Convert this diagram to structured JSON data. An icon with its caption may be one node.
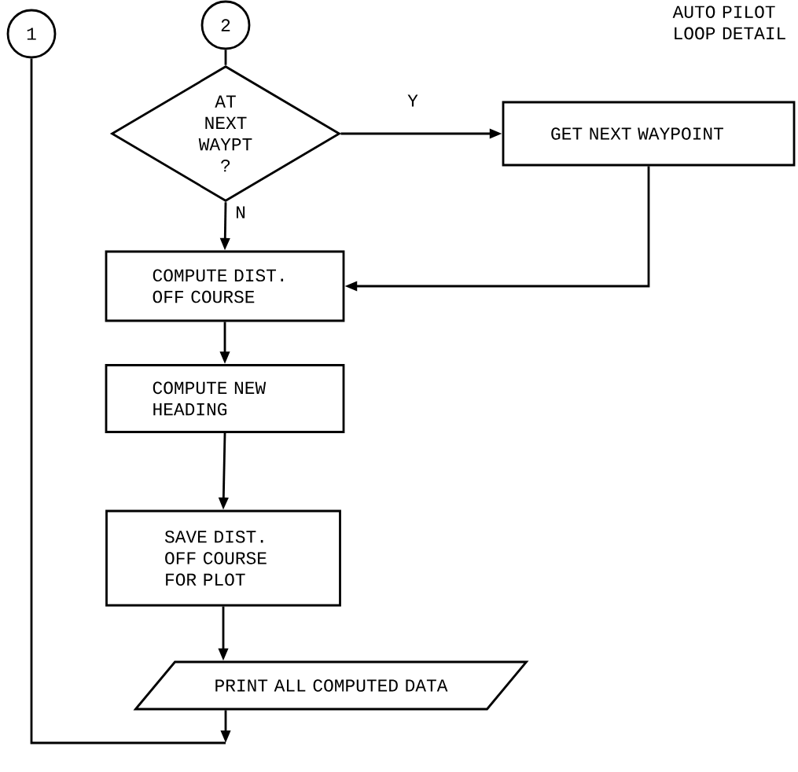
{
  "diagram": {
    "title": "AUTO PILOT LOOP DETAIL",
    "nodes": [
      {
        "text": [
          "1"
        ]
      },
      {
        "text": [
          "2"
        ]
      },
      {
        "text": [
          "AT NEXT WAYPT ?"
        ]
      },
      {
        "text": [
          "GET NEXT WAYPOINT"
        ]
      },
      {
        "text": [
          "COMPUTE DIST. OFF COURSE"
        ]
      },
      {
        "text": [
          "COMPUTE NEW HEADING"
        ]
      },
      {
        "text": [
          "SAVE DIST. OFF COURSE FOR PLOT"
        ]
      },
      {
        "text": [
          "PRINT ALL COMPUTED DATA"
        ]
      }
    ],
    "edges": [
      {
        "from": 1,
        "to": 2,
        "arrow": "none"
      },
      {
        "from": 2,
        "to": 3,
        "arrow": "to",
        "label": "Y"
      },
      {
        "from": 2,
        "to": 4,
        "arrow": "to",
        "label": "N"
      },
      {
        "from": 3,
        "to": 4,
        "arrow": "to"
      },
      {
        "from": 4,
        "to": 5,
        "arrow": "to"
      },
      {
        "from": 5,
        "to": 6,
        "arrow": "to"
      },
      {
        "from": 6,
        "to": 7,
        "arrow": "to"
      },
      {
        "from": 7,
        "to": null,
        "arrow": "to"
      },
      {
        "from": 0,
        "to": null,
        "arrow": "none"
      }
    ]
  }
}
